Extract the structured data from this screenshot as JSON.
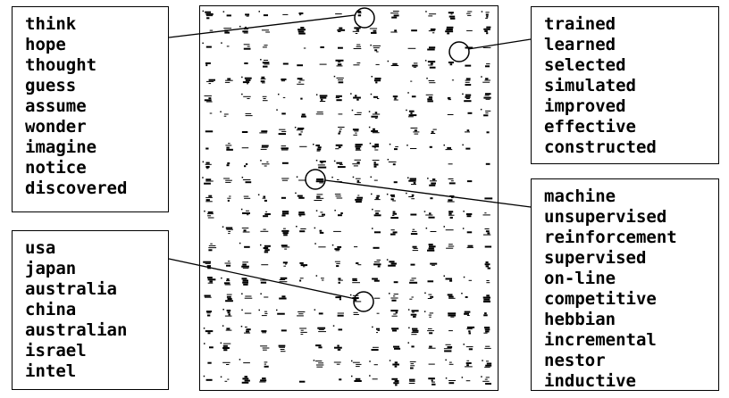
{
  "clusters": {
    "top_left": {
      "words": [
        "think",
        "hope",
        "thought",
        "guess",
        "assume",
        "wonder",
        "imagine",
        "notice",
        "discovered"
      ]
    },
    "bottom_left": {
      "words": [
        "usa",
        "japan",
        "australia",
        "china",
        "australian",
        "israel",
        "intel"
      ]
    },
    "top_right": {
      "words": [
        "trained",
        "learned",
        "selected",
        "simulated",
        "improved",
        "effective",
        "constructed"
      ]
    },
    "bottom_right": {
      "words": [
        "machine",
        "unsupervised",
        "reinforcement",
        "supervised",
        "on-line",
        "competitive",
        "hebbian",
        "incremental",
        "nestor",
        "inductive"
      ]
    }
  },
  "colors": {
    "ink": "#000000",
    "background": "#ffffff"
  }
}
